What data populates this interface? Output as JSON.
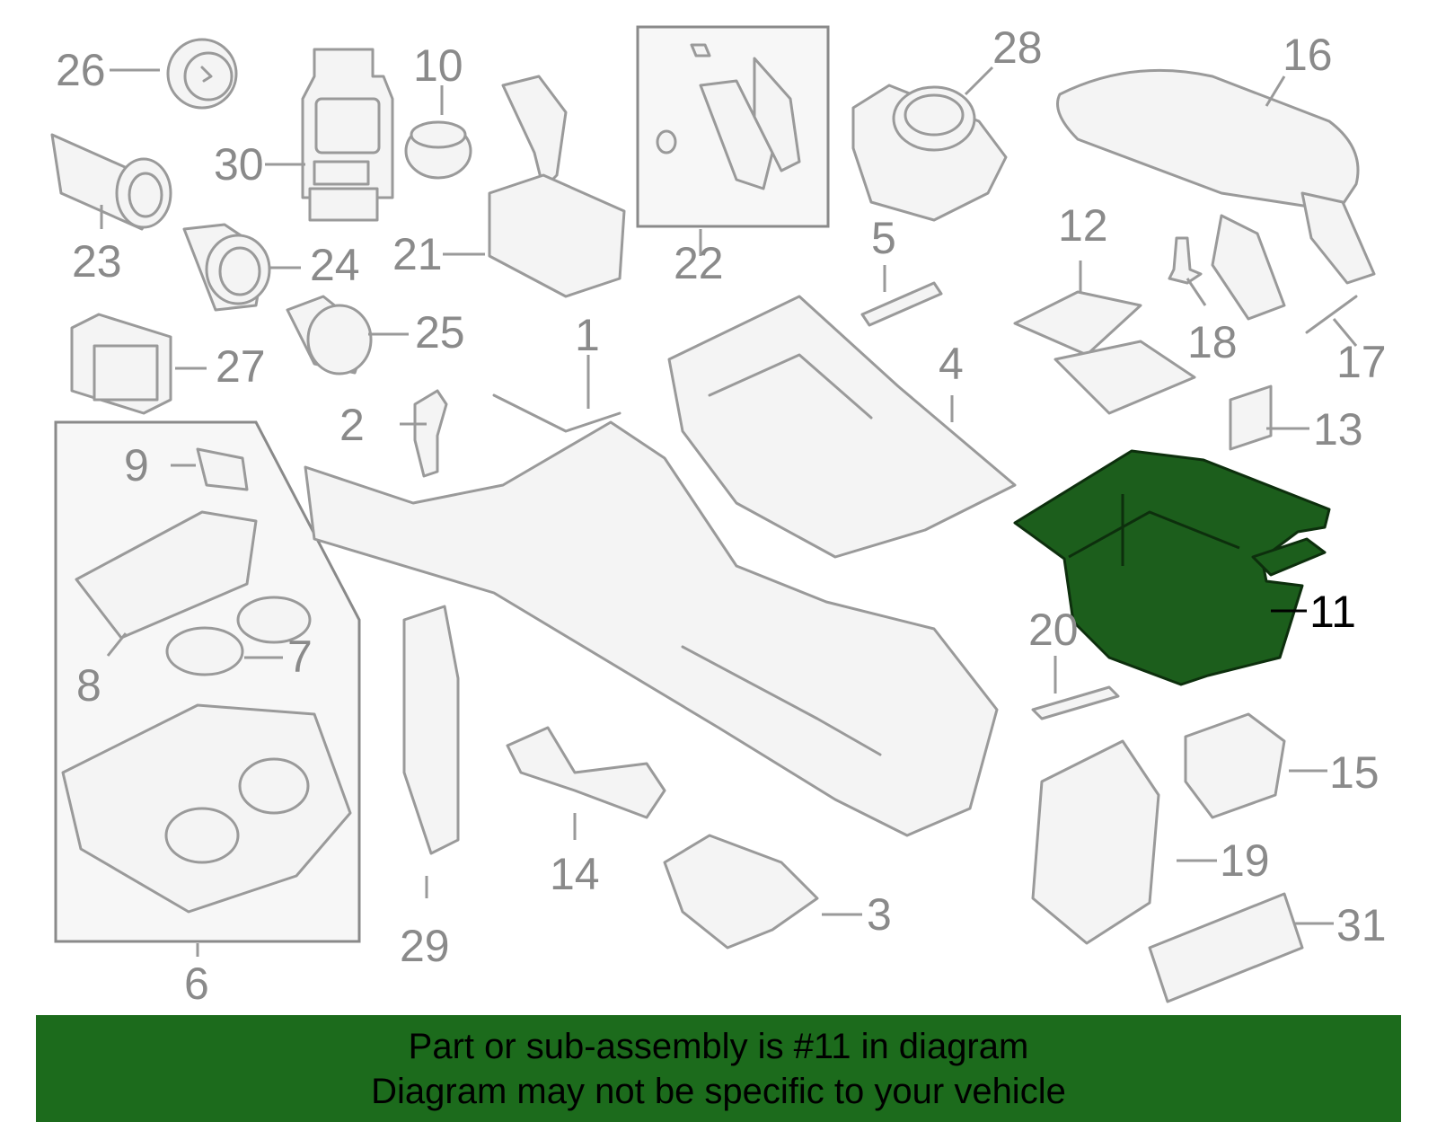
{
  "footer": {
    "line1": "Part or sub-assembly is #11 in diagram",
    "line2": "Diagram may not be specific to your vehicle"
  },
  "highlighted_part": "11",
  "colors": {
    "highlight": "#1c5e1c",
    "footer_bg": "#1c6b1c",
    "callout": "#8a8a8a"
  },
  "callouts": {
    "c1": "1",
    "c2": "2",
    "c3": "3",
    "c4": "4",
    "c5": "5",
    "c6": "6",
    "c7": "7",
    "c8": "8",
    "c9": "9",
    "c10": "10",
    "c11": "11",
    "c12": "12",
    "c13": "13",
    "c14": "14",
    "c15": "15",
    "c16": "16",
    "c17": "17",
    "c18": "18",
    "c19": "19",
    "c20": "20",
    "c21": "21",
    "c22": "22",
    "c23": "23",
    "c24": "24",
    "c25": "25",
    "c26": "26",
    "c27": "27",
    "c28": "28",
    "c29": "29",
    "c30": "30",
    "c31": "31"
  }
}
